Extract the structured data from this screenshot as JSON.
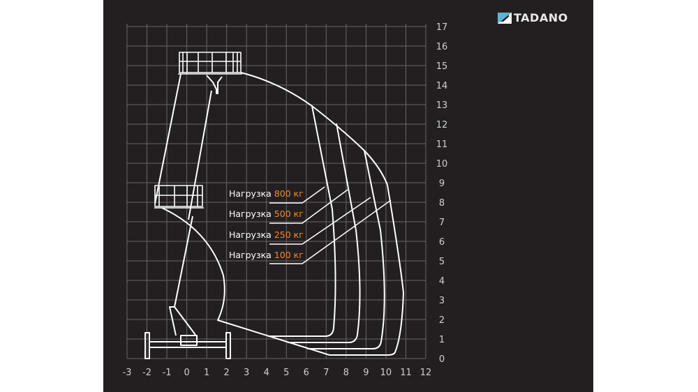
{
  "brand": {
    "logo_text": "TADANO"
  },
  "chart_data": {
    "type": "line",
    "title": "",
    "xlabel": "",
    "ylabel": "",
    "xlim": [
      -3,
      12
    ],
    "ylim": [
      0,
      17
    ],
    "x_ticks": [
      "-3",
      "-2",
      "-1",
      "0",
      "1",
      "2",
      "3",
      "4",
      "5",
      "6",
      "7",
      "8",
      "9",
      "10",
      "11",
      "12"
    ],
    "y_ticks": [
      "0",
      "1",
      "2",
      "3",
      "4",
      "5",
      "6",
      "7",
      "8",
      "9",
      "10",
      "11",
      "12",
      "13",
      "14",
      "15",
      "16",
      "17"
    ],
    "grid": true,
    "series": [
      {
        "name": "Нагрузка",
        "load": "800 кг",
        "max_reach_m": 7.2
      },
      {
        "name": "Нагрузка",
        "load": "500 кг",
        "max_reach_m": 8.5
      },
      {
        "name": "Нагрузка",
        "load": "250 кг",
        "max_reach_m": 9.8
      },
      {
        "name": "Нагрузка",
        "load": "100 кг",
        "max_reach_m": 10.8
      }
    ],
    "colors": {
      "label_value": "#f08a2c",
      "lines": "#ffffff",
      "background": "#231f21"
    }
  }
}
